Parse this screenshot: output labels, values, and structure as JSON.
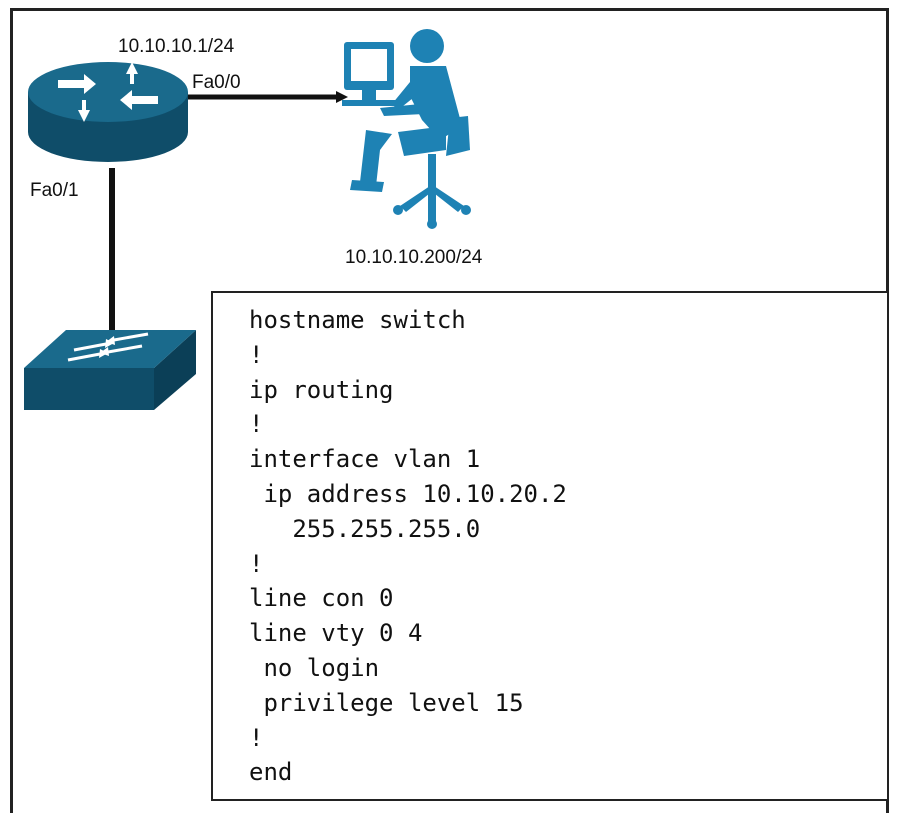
{
  "labels": {
    "router_ip": "10.10.10.1/24",
    "router_fa00": "Fa0/0",
    "router_fa01": "Fa0/1",
    "pc_ip": "10.10.10.200/24"
  },
  "colors": {
    "device_blue": "#1a6a8c",
    "device_dark": "#0f4d69",
    "pc_blue": "#1e82b4",
    "link": "#111111"
  },
  "config": {
    "lines": [
      "hostname switch",
      "!",
      "ip routing",
      "!",
      "interface vlan 1",
      " ip address 10.10.20.2",
      "   255.255.255.0",
      "!",
      "line con 0",
      "line vty 0 4",
      " no login",
      " privilege level 15",
      "!",
      "end"
    ]
  }
}
